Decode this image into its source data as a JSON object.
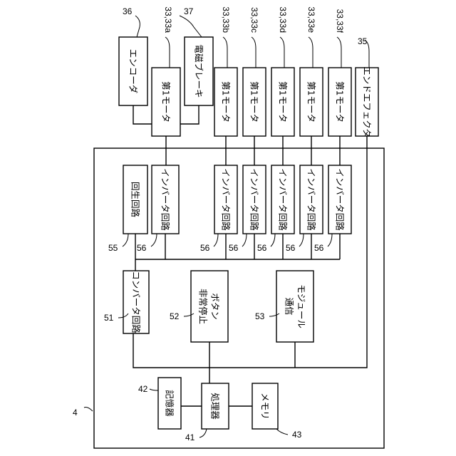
{
  "components": {
    "control_device": {
      "label": "4"
    },
    "processor": {
      "text": "処理器",
      "label": "41"
    },
    "storage": {
      "text": "記憶器",
      "label": "42"
    },
    "memory": {
      "text": "メモリ",
      "label": "43"
    },
    "converter": {
      "text": "コンバータ回路",
      "label": "51"
    },
    "estop": {
      "text": [
        "非常停止",
        "ボタン"
      ],
      "label": "52"
    },
    "comm": {
      "text": [
        "通信",
        "モジュール"
      ],
      "label": "53"
    },
    "regen": {
      "text": "回生回路",
      "label": "55"
    },
    "inverter": {
      "text": "インバータ回路",
      "label": "56"
    },
    "encoder": {
      "text": "エンコーダ",
      "label": "36"
    },
    "brake": {
      "text": "電磁ブレーキ",
      "label": "37"
    },
    "motor_a": {
      "text": "第1モータ",
      "label": "33,33a"
    },
    "motor_b": {
      "text": "第1モータ",
      "label": "33,33b"
    },
    "motor_c": {
      "text": "第1モータ",
      "label": "33,33c"
    },
    "motor_d": {
      "text": "第1モータ",
      "label": "33,33d"
    },
    "motor_e": {
      "text": "第1モータ",
      "label": "33,33e"
    },
    "motor_f": {
      "text": "第1モータ",
      "label": "33,33f"
    },
    "effector": {
      "text": "エンドエフェクタ",
      "label": "35"
    }
  }
}
